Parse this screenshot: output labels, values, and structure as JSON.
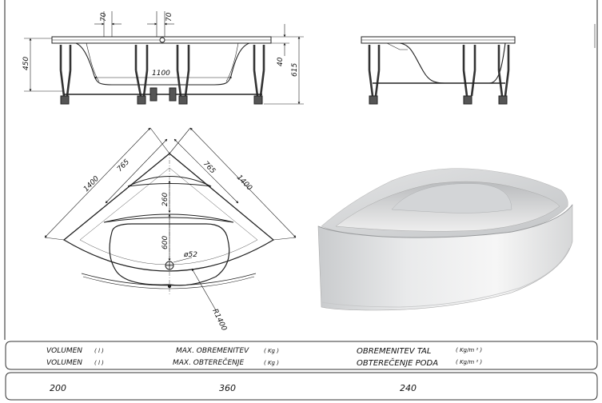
{
  "dimensions": {
    "top_gap_left": "70",
    "top_gap_right": "70",
    "height_450": "450",
    "width_1100": "1100",
    "rim_40": "40",
    "total_615": "615",
    "side_1400_left": "1400",
    "side_765_left": "765",
    "side_765_right": "765",
    "side_1400_right": "1400",
    "depth_260": "260",
    "depth_600": "600",
    "drain_diameter": "ø52",
    "radius": "R1400"
  },
  "table": {
    "rows": [
      {
        "col1": "VOLUMEN",
        "col1_unit": "( l )",
        "col2": "MAX. OBREMENITEV",
        "col2_unit": "( Kg )",
        "col3": "OBREMENITEV TAL",
        "col3_unit": "( Kg/m ² )"
      },
      {
        "col1": "VOLUMEN",
        "col1_unit": "( l )",
        "col2": "MAX. OBTEREČENJE",
        "col2_unit": "( Kg )",
        "col3": "OBTEREČENJE PODA",
        "col3_unit": "( Kg/m ² )"
      }
    ],
    "values": [
      "200",
      "360",
      "240"
    ]
  }
}
